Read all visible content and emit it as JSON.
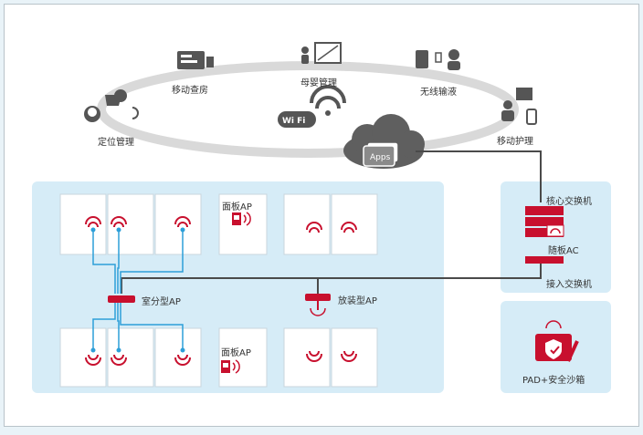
{
  "ring": {
    "mobile_rounds": "移动查房",
    "mother_baby": "母婴管理",
    "wireless_infusion": "无线输液",
    "location": "定位管理",
    "mobile_nursing": "移动护理",
    "wifi": "Wi Fi",
    "apps": "Apps"
  },
  "floor": {
    "panel_ap_top": "面板AP",
    "panel_ap_bottom": "面板AP",
    "indoor_ap": "室分型AP",
    "distributed_ap": "放装型AP"
  },
  "side": {
    "core_switch": "核心交换机",
    "ac": "随板AC",
    "access_switch": "接入交换机",
    "pad": "PAD+安全沙箱"
  },
  "colors": {
    "accent": "#c8102e",
    "cable": "#2d9fd8",
    "panel": "#d6ecf7",
    "line": "#4a4a4a"
  }
}
